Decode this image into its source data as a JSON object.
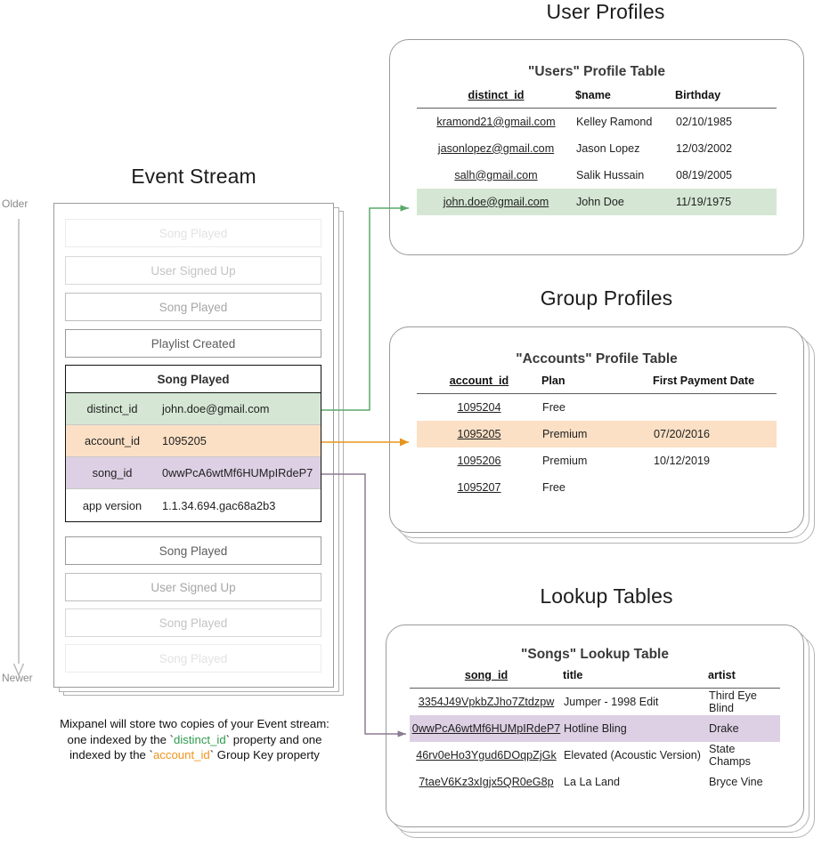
{
  "event_stream": {
    "title": "Event Stream",
    "axis": {
      "older": "Older",
      "newer": "Newer"
    },
    "pills_top": [
      {
        "label": "Song Played",
        "style": "faded-2"
      },
      {
        "label": "User Signed Up",
        "style": "faded-1"
      },
      {
        "label": "Song Played",
        "style": "mid"
      },
      {
        "label": "Playlist Created",
        "style": "solid"
      }
    ],
    "pills_bottom": [
      {
        "label": "Song Played",
        "style": "solid"
      },
      {
        "label": "User Signed Up",
        "style": "mid"
      },
      {
        "label": "Song Played",
        "style": "faded-1"
      },
      {
        "label": "Song Played",
        "style": "faded-2"
      }
    ],
    "expanded_event": {
      "name": "Song Played",
      "properties": [
        {
          "key": "distinct_id",
          "value": "john.doe@gmail.com",
          "highlight": "green"
        },
        {
          "key": "account_id",
          "value": "1095205",
          "highlight": "orange"
        },
        {
          "key": "song_id",
          "value": "0wwPcA6wtMf6HUMpIRdeP7",
          "highlight": "purple"
        },
        {
          "key": "app version",
          "value": "1.1.34.694.gac68a2b3",
          "highlight": "plain"
        }
      ]
    },
    "caption": {
      "line1": "Mixpanel will store two copies of your Event stream:",
      "line2_a": "one indexed by the `",
      "line2_kw": "distinct_id",
      "line2_b": "` property and one",
      "line3_a": "indexed by the `",
      "line3_kw": "account_id",
      "line3_b": "` Group Key property"
    }
  },
  "user_profiles": {
    "section_title": "User Profiles",
    "card_title": "\"Users\" Profile Table",
    "headers": [
      "distinct_id",
      "$name",
      "Birthday"
    ],
    "rows": [
      {
        "cells": [
          "kramond21@gmail.com",
          "Kelley Ramond",
          "02/10/1985"
        ],
        "highlight": "none"
      },
      {
        "cells": [
          "jasonlopez@gmail.com",
          "Jason Lopez",
          "12/03/2002"
        ],
        "highlight": "none"
      },
      {
        "cells": [
          "salh@gmail.com",
          "Salik Hussain",
          "08/19/2005"
        ],
        "highlight": "none"
      },
      {
        "cells": [
          "john.doe@gmail.com",
          "John Doe",
          "11/19/1975"
        ],
        "highlight": "green"
      }
    ]
  },
  "group_profiles": {
    "section_title": "Group Profiles",
    "card_title": "\"Accounts\" Profile Table",
    "headers": [
      "account_id",
      "Plan",
      "First Payment Date"
    ],
    "rows": [
      {
        "cells": [
          "1095204",
          "Free",
          ""
        ],
        "highlight": "none"
      },
      {
        "cells": [
          "1095205",
          "Premium",
          "07/20/2016"
        ],
        "highlight": "orange"
      },
      {
        "cells": [
          "1095206",
          "Premium",
          "10/12/2019"
        ],
        "highlight": "none"
      },
      {
        "cells": [
          "1095207",
          "Free",
          ""
        ],
        "highlight": "none"
      }
    ]
  },
  "lookup_tables": {
    "section_title": "Lookup Tables",
    "card_title": "\"Songs\" Lookup Table",
    "headers": [
      "song_id",
      "title",
      "artist"
    ],
    "rows": [
      {
        "cells": [
          "3354J49VpkbZJho7Ztdzpw",
          "Jumper - 1998 Edit",
          "Third Eye Blind"
        ],
        "highlight": "none"
      },
      {
        "cells": [
          "0wwPcA6wtMf6HUMpIRdeP7",
          "Hotline Bling",
          "Drake"
        ],
        "highlight": "purple"
      },
      {
        "cells": [
          "46rv0eHo3Ygud6DOqpZjGk",
          "Elevated (Acoustic Version)",
          "State Champs"
        ],
        "highlight": "none"
      },
      {
        "cells": [
          "7taeV6Kz3xIgjx5QR0eG8p",
          "La La Land",
          "Bryce Vine"
        ],
        "highlight": "none"
      }
    ]
  },
  "colors": {
    "green": "#d5e7d4",
    "orange": "#fbe0c5",
    "purple": "#ddd0e4",
    "green_arrow": "#5aa96a",
    "orange_arrow": "#e8951c",
    "purple_arrow": "#8d7a93",
    "keyword_green": "#2e9c4e",
    "keyword_orange": "#f0941f"
  }
}
